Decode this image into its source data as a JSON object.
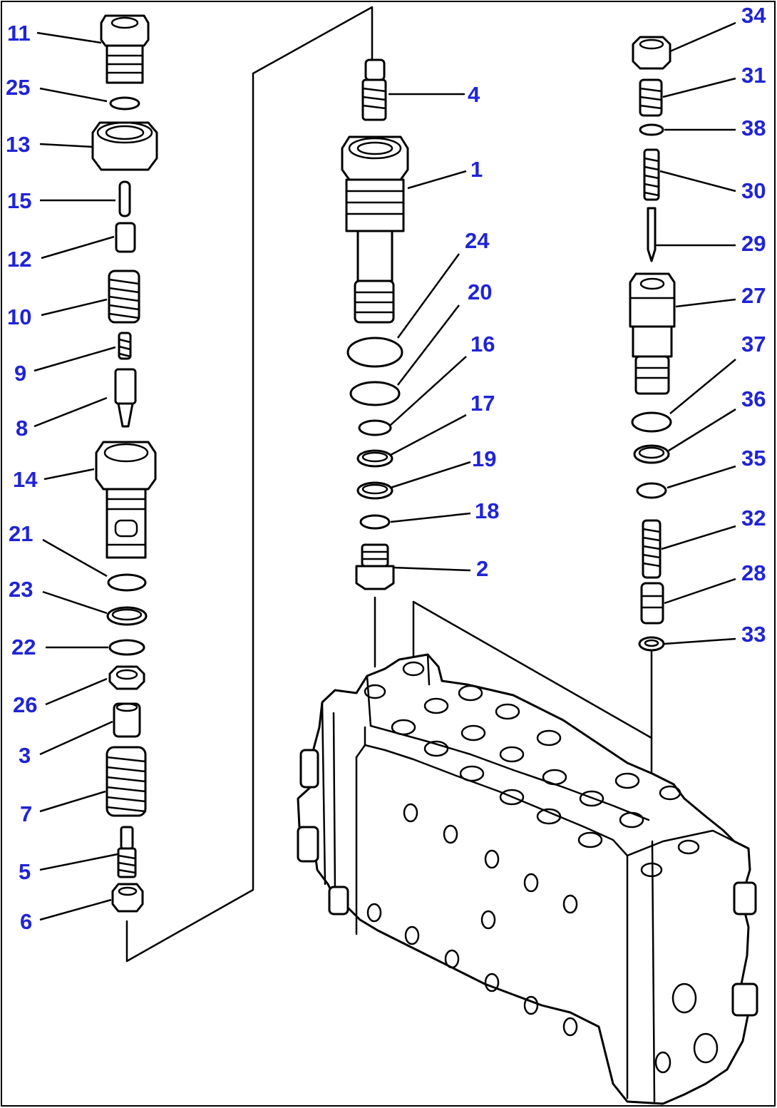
{
  "diagram": {
    "title": "",
    "callouts": [
      {
        "id": "c11",
        "label": "11"
      },
      {
        "id": "c25",
        "label": "25"
      },
      {
        "id": "c13",
        "label": "13"
      },
      {
        "id": "c15",
        "label": "15"
      },
      {
        "id": "c12",
        "label": "12"
      },
      {
        "id": "c10",
        "label": "10"
      },
      {
        "id": "c9",
        "label": "9"
      },
      {
        "id": "c8",
        "label": "8"
      },
      {
        "id": "c14",
        "label": "14"
      },
      {
        "id": "c21",
        "label": "21"
      },
      {
        "id": "c23",
        "label": "23"
      },
      {
        "id": "c22",
        "label": "22"
      },
      {
        "id": "c26",
        "label": "26"
      },
      {
        "id": "c3",
        "label": "3"
      },
      {
        "id": "c7",
        "label": "7"
      },
      {
        "id": "c5",
        "label": "5"
      },
      {
        "id": "c6",
        "label": "6"
      },
      {
        "id": "c4",
        "label": "4"
      },
      {
        "id": "c1",
        "label": "1"
      },
      {
        "id": "c24",
        "label": "24"
      },
      {
        "id": "c20",
        "label": "20"
      },
      {
        "id": "c16",
        "label": "16"
      },
      {
        "id": "c17",
        "label": "17"
      },
      {
        "id": "c19",
        "label": "19"
      },
      {
        "id": "c18",
        "label": "18"
      },
      {
        "id": "c2",
        "label": "2"
      },
      {
        "id": "c34",
        "label": "34"
      },
      {
        "id": "c31",
        "label": "31"
      },
      {
        "id": "c38",
        "label": "38"
      },
      {
        "id": "c30",
        "label": "30"
      },
      {
        "id": "c29",
        "label": "29"
      },
      {
        "id": "c27",
        "label": "27"
      },
      {
        "id": "c37",
        "label": "37"
      },
      {
        "id": "c36",
        "label": "36"
      },
      {
        "id": "c35",
        "label": "35"
      },
      {
        "id": "c32",
        "label": "32"
      },
      {
        "id": "c28",
        "label": "28"
      },
      {
        "id": "c33",
        "label": "33"
      }
    ],
    "colors": {
      "callout": "#1f24d6",
      "line": "#000000",
      "background": "#ffffff"
    }
  }
}
